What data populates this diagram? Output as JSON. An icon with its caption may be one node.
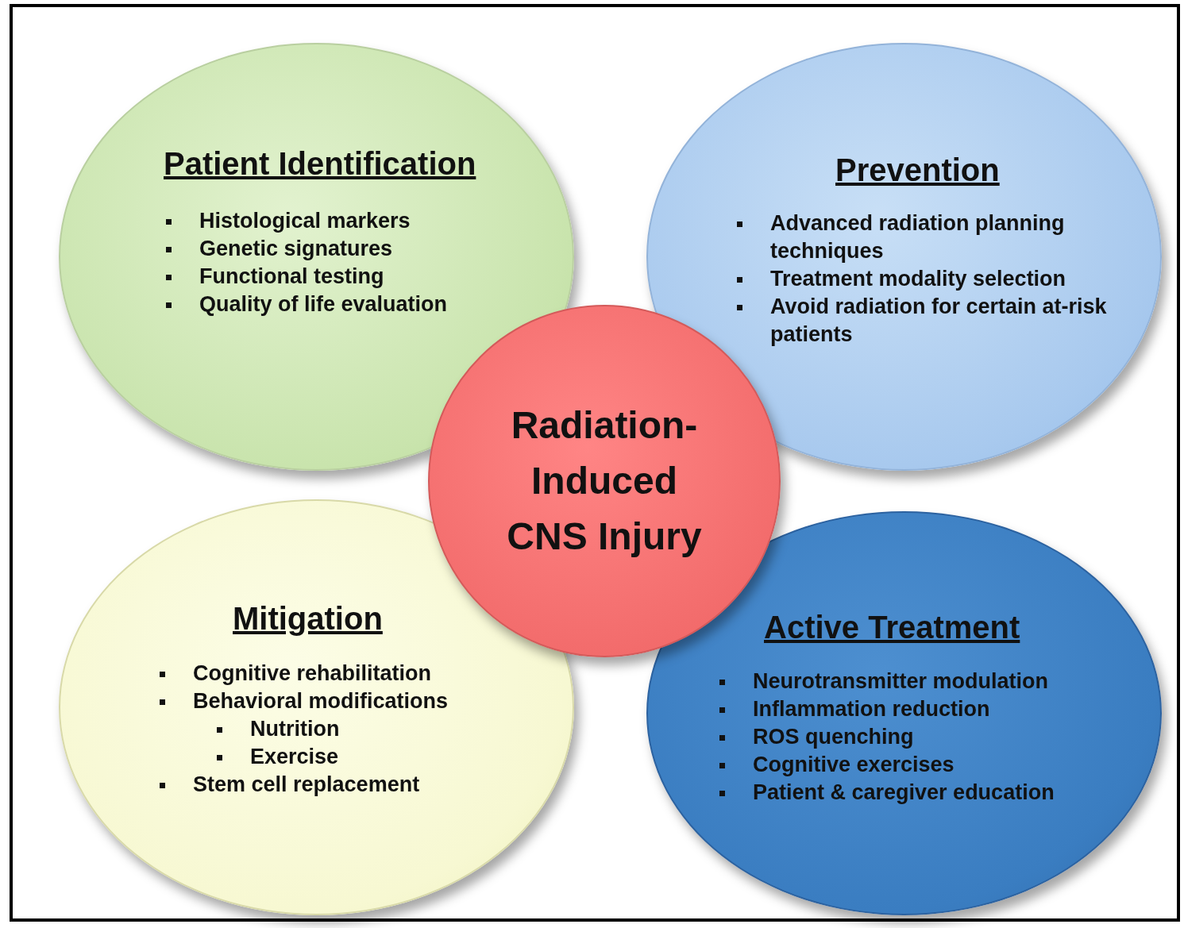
{
  "diagram": {
    "nodes": [
      {
        "text": [
          "Patient Identification",
          "Histological markers",
          "Genetic signatures",
          "Functional testing",
          "Quality of life evaluation"
        ]
      },
      {
        "text": [
          "Prevention",
          "Advanced radiation planning techniques",
          "Treatment modality selection",
          "Avoid radiation for certain at-risk patients"
        ]
      },
      {
        "text": [
          "Radiation- Induced CNS Injury"
        ]
      },
      {
        "text": [
          "Mitigation",
          "Cognitive rehabilitation",
          "Behavioral modifications",
          "Nutrition",
          "Exercise",
          "Stem cell replacement"
        ]
      },
      {
        "text": [
          "Active Treatment",
          "Neurotransmitter modulation",
          "Inflammation reduction",
          "ROS quenching",
          "Cognitive exercises",
          "Patient & caregiver education"
        ]
      }
    ]
  }
}
